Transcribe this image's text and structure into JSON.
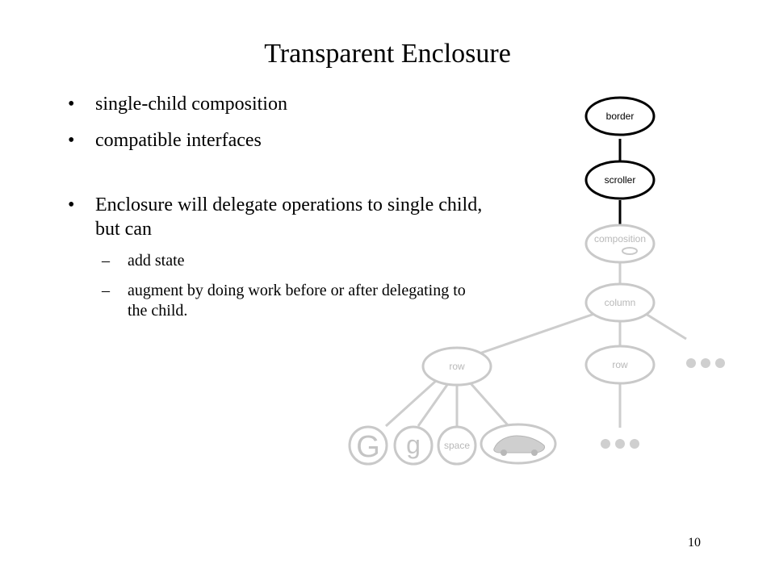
{
  "slide": {
    "title": "Transparent Enclosure",
    "page_number": "10"
  },
  "bullets": [
    {
      "marker": "•",
      "text": "single-child composition"
    },
    {
      "marker": "•",
      "text": "compatible interfaces"
    },
    {
      "marker": "•",
      "text": "Enclosure will delegate operations to single child, but can"
    }
  ],
  "sub_bullets": [
    {
      "marker": "–",
      "text": "add state"
    },
    {
      "marker": "–",
      "text": "augment by doing work before or after delegating to the child."
    }
  ],
  "diagram": {
    "nodes": {
      "border": "border",
      "scroller": "scroller",
      "composition": "composition",
      "column": "column",
      "row_left": "row",
      "row_right": "row",
      "glyph_big_g": "G",
      "glyph_small_g": "g",
      "space": "space"
    },
    "colors": {
      "dark": "#000000",
      "faded": "#c9c9c9"
    },
    "icons": [
      "car-image",
      "ellipsis-more-icon"
    ]
  }
}
